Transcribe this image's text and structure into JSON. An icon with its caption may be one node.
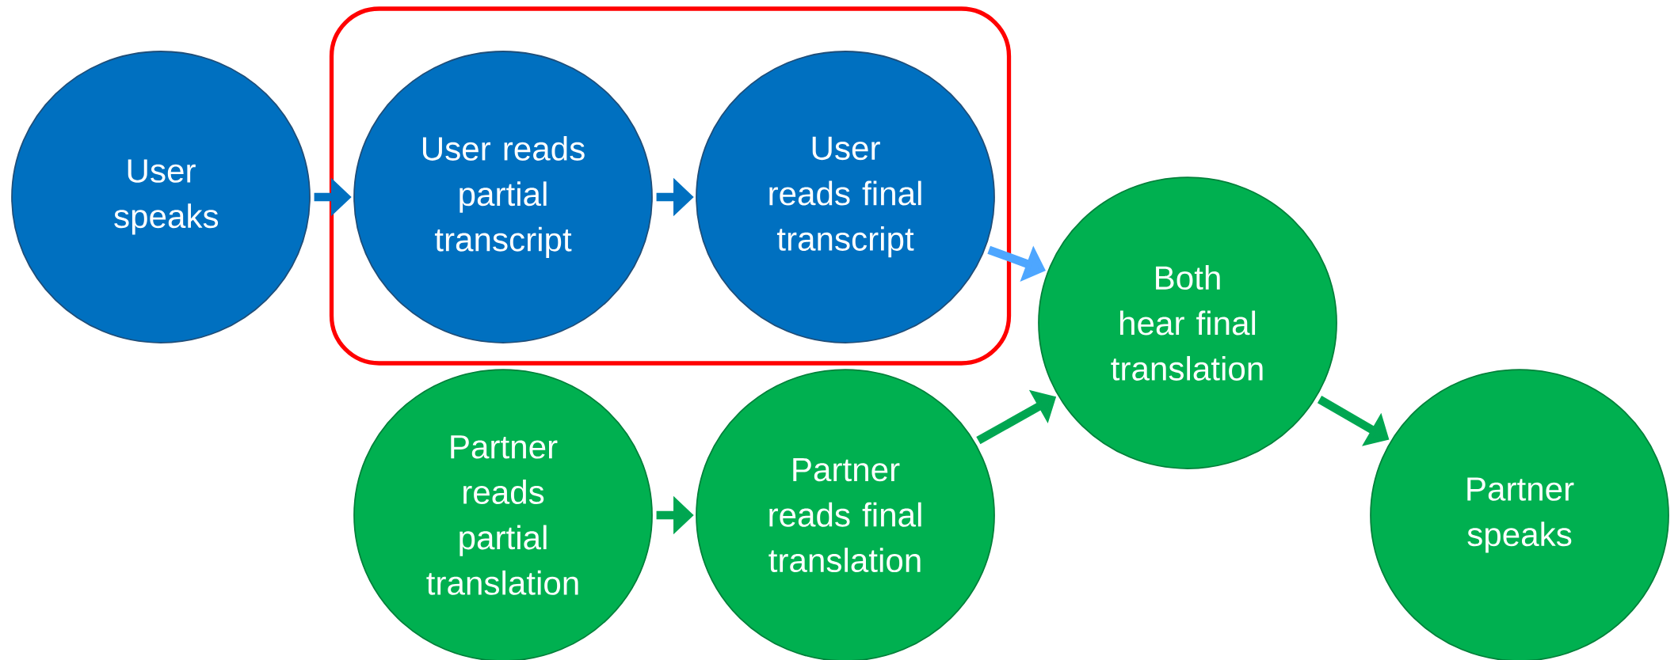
{
  "diagram": {
    "nodes": [
      {
        "text": [
          "User speaks"
        ]
      },
      {
        "text": [],
        "shape": "box"
      },
      {
        "text": [
          "User reads partial transcript"
        ],
        "in": 1
      },
      {
        "text": [
          "User reads final transcript"
        ],
        "in": 1
      },
      {
        "text": [
          "Partner reads partial translation"
        ]
      },
      {
        "text": [
          "Partner reads final translation"
        ]
      },
      {
        "text": [
          "Both hear final translation"
        ]
      },
      {
        "text": [
          "Partner speaks"
        ]
      }
    ],
    "edges": [
      {
        "from": 0,
        "to": 2,
        "arrow": "to",
        "color": "#0070c0"
      },
      {
        "from": 2,
        "to": 3,
        "arrow": "to",
        "color": "#0070c0"
      },
      {
        "from": 3,
        "to": 6,
        "arrow": "to",
        "color": "#4da6ff"
      },
      {
        "from": 4,
        "to": 5,
        "arrow": "to",
        "color": "#00a651"
      },
      {
        "from": 5,
        "to": 6,
        "arrow": "to",
        "color": "#00a651"
      },
      {
        "from": 6,
        "to": 7,
        "arrow": "to",
        "color": "#00a651"
      }
    ]
  }
}
